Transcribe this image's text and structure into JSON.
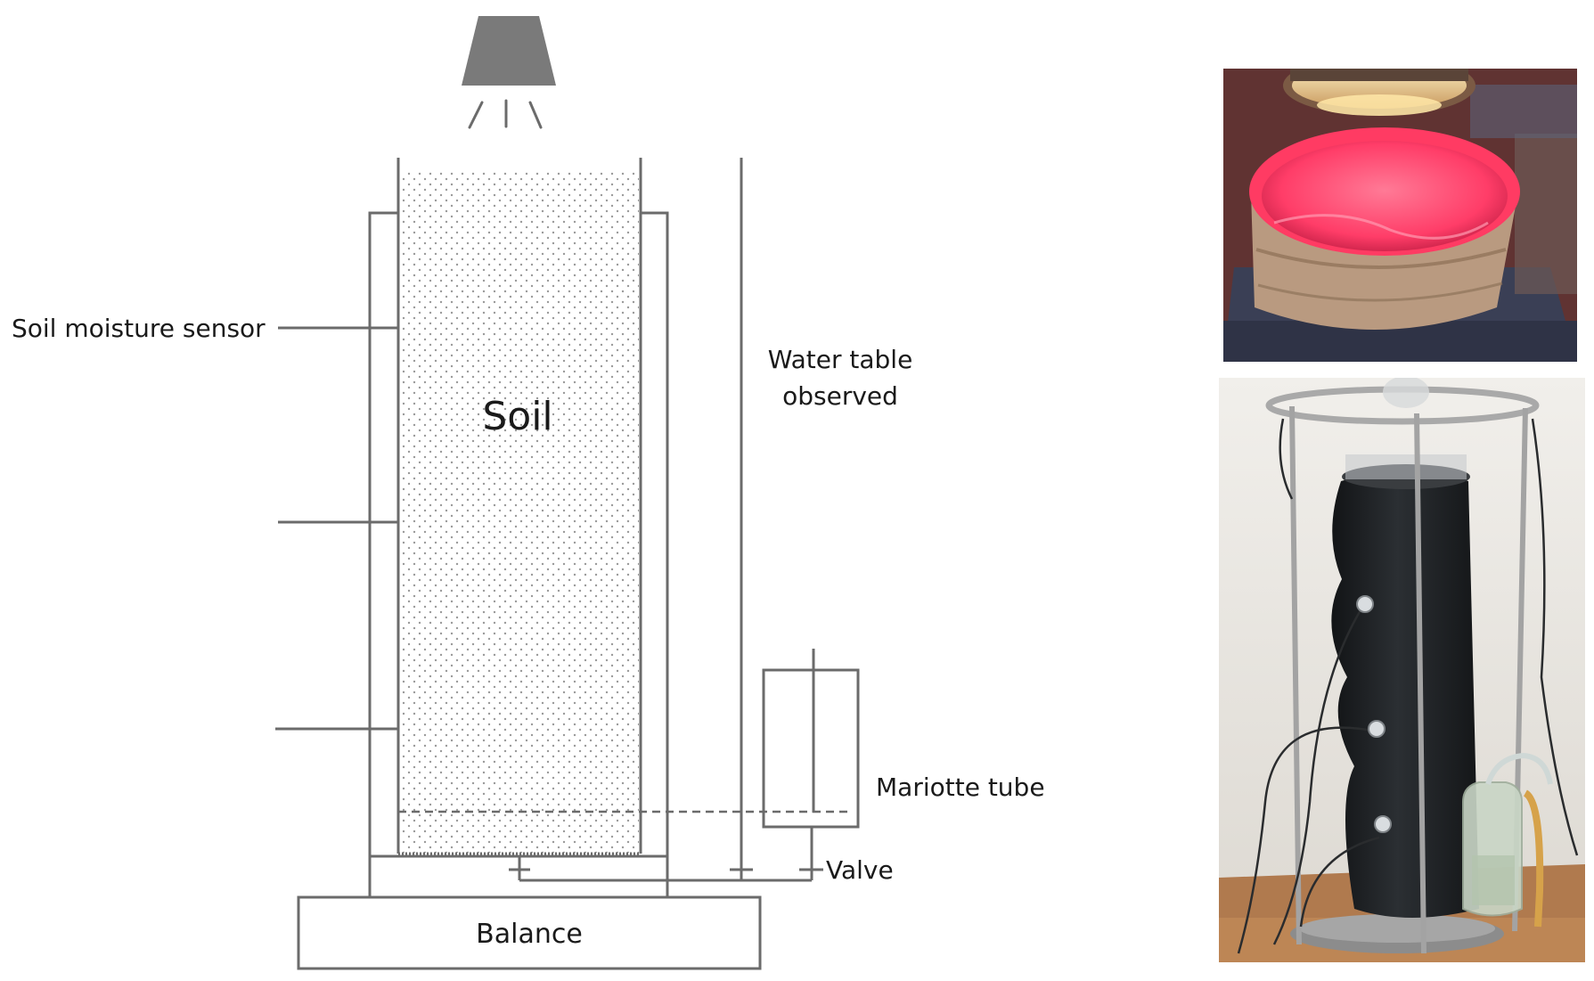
{
  "diagram": {
    "labels": {
      "soil": "Soil",
      "soil_moisture_sensor": "Soil moisture sensor",
      "water_table_line1": "Water table",
      "water_table_line2": "observed",
      "mariotte_tube": "Mariotte tube",
      "valve": "Valve",
      "balance": "Balance"
    },
    "colors": {
      "line": "#6b6b6b",
      "lamp": "#7a7a7a",
      "soil_dots": "#9a9a9a",
      "text": "#1a1a1a"
    }
  },
  "photos": {
    "top": {
      "subject": "soil container under heat lamp",
      "colors": {
        "background": "#5a3b33",
        "container_rim": "#ff3b63",
        "container_inner": "#ff5478",
        "container_body": "#b99a80",
        "lamp": "#d9b88a",
        "scale": "#3a3f55"
      }
    },
    "bottom": {
      "subject": "soil column apparatus with sensors and mariotte bottle",
      "colors": {
        "wall": "#e9e6e1",
        "floor": "#b07a4e",
        "column": "#202326",
        "frame": "#a9a9a9",
        "bottle": "#c9d6c6",
        "tube": "#d6a24a"
      }
    }
  }
}
